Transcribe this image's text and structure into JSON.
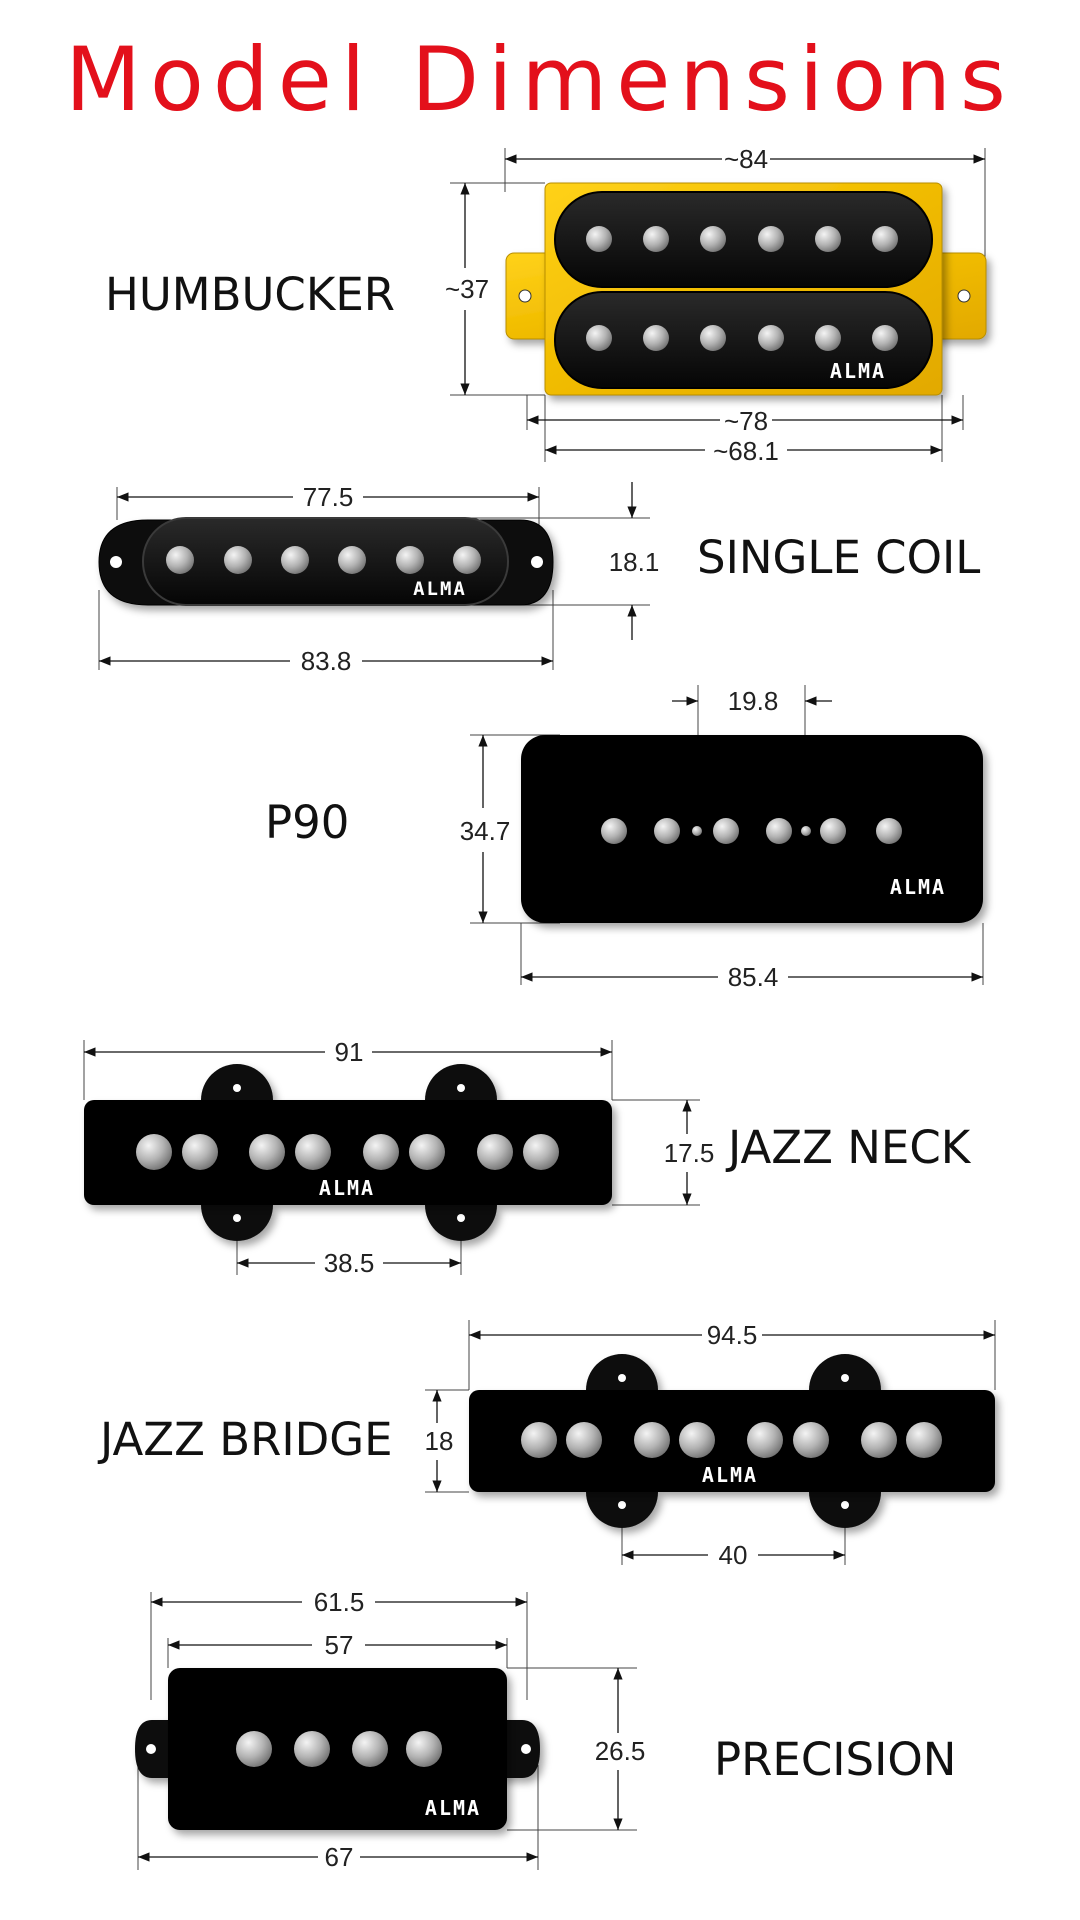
{
  "title": "Model Dimensions",
  "brand_logo": "ALMA",
  "colors": {
    "title": "#e3101b",
    "humbucker_base": "#f2c200",
    "pickup_body": "#0b0b0b",
    "pole": "#b8b8b8"
  },
  "models": [
    {
      "name": "HUMBUCKER",
      "dimensions": {
        "width": "~84",
        "height": "~37",
        "mid_width": "~78",
        "inner_width": "~68.1"
      }
    },
    {
      "name": "SINGLE COIL",
      "dimensions": {
        "top_width": "77.5",
        "height": "18.1",
        "bottom_width": "83.8"
      }
    },
    {
      "name": "P90",
      "dimensions": {
        "pole_spacing": "19.8",
        "height": "34.7",
        "width": "85.4"
      }
    },
    {
      "name": "JAZZ NECK",
      "dimensions": {
        "width": "91",
        "height": "17.5",
        "ear_spacing": "38.5"
      }
    },
    {
      "name": "JAZZ BRIDGE",
      "dimensions": {
        "width": "94.5",
        "height": "18",
        "ear_spacing": "40"
      }
    },
    {
      "name": "PRECISION",
      "dimensions": {
        "top_width": "61.5",
        "inner_width": "57",
        "height": "26.5",
        "bottom_width": "67"
      }
    }
  ]
}
